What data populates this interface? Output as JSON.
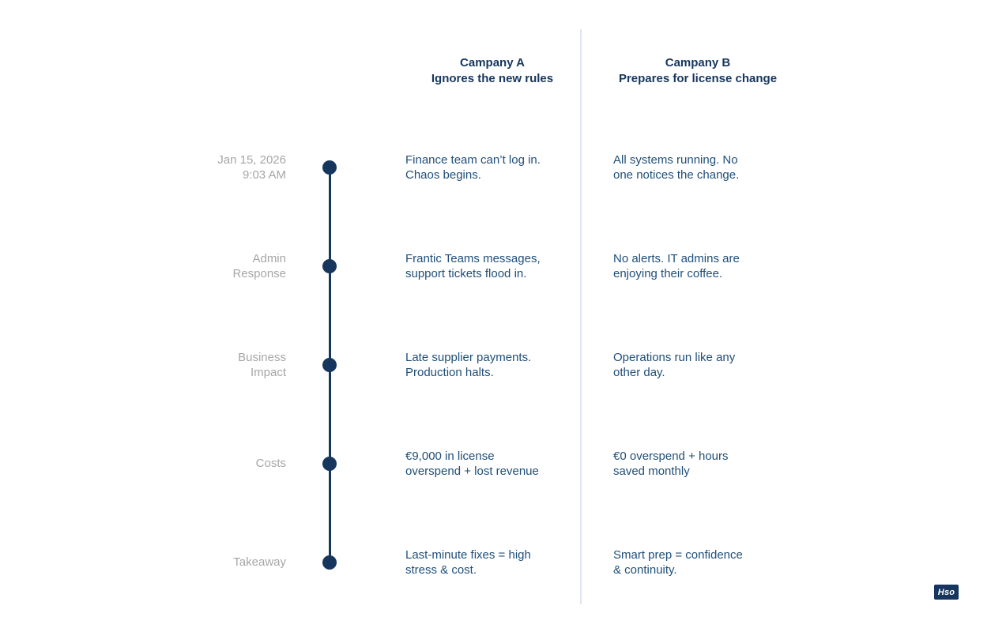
{
  "header": {
    "col_a": "Campany A\nIgnores the new rules",
    "col_b": "Campany B\nPrepares for license change"
  },
  "rows": [
    {
      "label": "Jan 15, 2026\n9:03 AM",
      "col_a": "Finance team can’t log in.\nChaos begins.",
      "col_b": "All systems running. No\none notices the change."
    },
    {
      "label": "Admin\nResponse",
      "col_a": "Frantic Teams messages,\nsupport tickets flood in.",
      "col_b": "No alerts. IT admins are\nenjoying their coffee."
    },
    {
      "label": "Business\nImpact",
      "col_a": "Late supplier payments.\nProduction halts.",
      "col_b": "Operations run like any\nother day."
    },
    {
      "label": "Costs",
      "col_a": "€9,000 in license\noverspend + lost revenue",
      "col_b": "€0 overspend + hours\nsaved monthly"
    },
    {
      "label": "Takeaway",
      "col_a": "Last-minute fixes = high\nstress & cost.",
      "col_b": "Smart prep = confidence\n& continuity."
    }
  ],
  "logo": "Hso",
  "colors": {
    "navy": "#17365d",
    "body_blue": "#1f4e79",
    "label_gray": "#a6a6a6",
    "divider": "#dde6f0",
    "background": "#ffffff"
  }
}
